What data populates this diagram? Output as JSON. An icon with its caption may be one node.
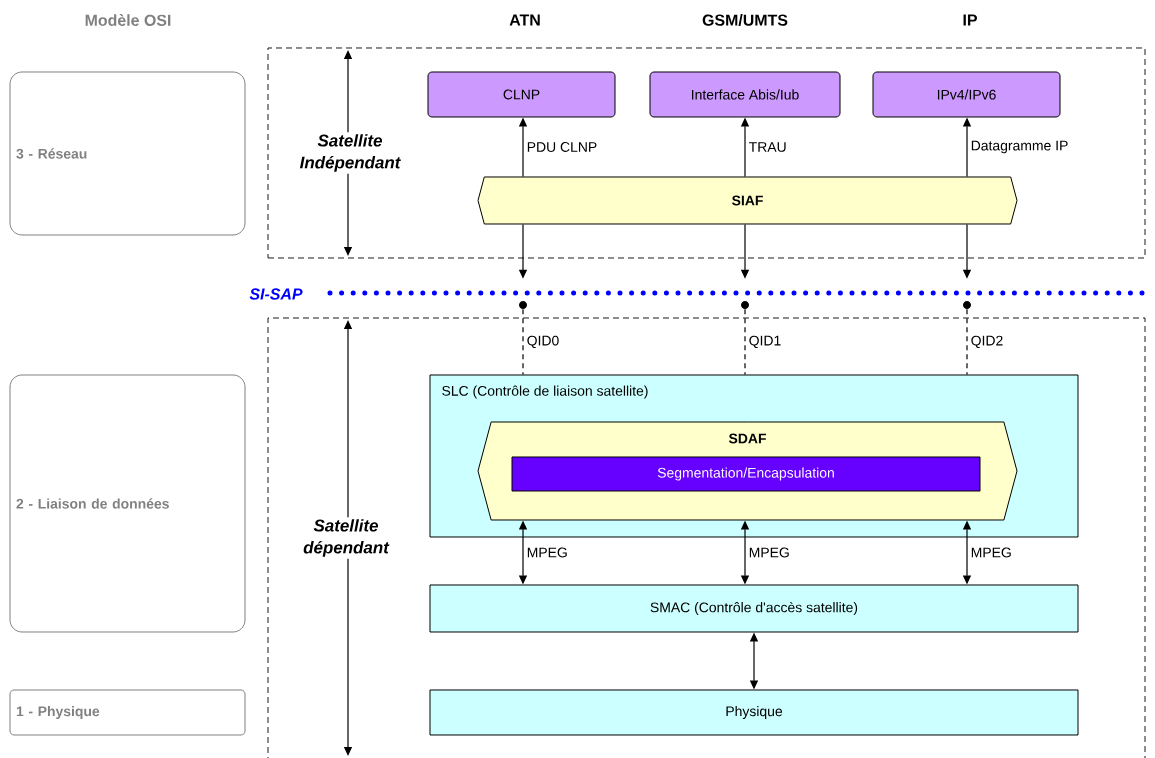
{
  "diagram": {
    "nodes": [
      {
        "text": [
          "3 - Réseau"
        ]
      },
      {
        "text": [
          "2 - Liaison de données"
        ]
      },
      {
        "text": [
          "1 - Physique"
        ]
      },
      {
        "text": [],
        "shape": "box"
      },
      {
        "text": [
          "CLNP"
        ],
        "in": 3
      },
      {
        "text": [
          "Interface Abis/Iub"
        ],
        "in": 3
      },
      {
        "text": [
          "IPv4/IPv6"
        ],
        "in": 3
      },
      {
        "text": [
          "SIAF"
        ],
        "in": 3
      },
      {
        "text": [],
        "shape": "box"
      },
      {
        "text": [
          "SLC (Contrôle de liaison satellite)"
        ],
        "in": 8
      },
      {
        "text": [
          "SDAF"
        ],
        "in": 9
      },
      {
        "text": [
          "Segmentation/Encapsulation"
        ],
        "in": 10
      },
      {
        "text": [
          "SMAC (Contrôle d'accès  satellite)"
        ],
        "in": 8
      },
      {
        "text": [
          "Physique"
        ],
        "in": 8
      },
      {
        "text": [],
        "shape": "circle"
      },
      {
        "text": [],
        "shape": "circle"
      },
      {
        "text": [],
        "shape": "circle"
      }
    ],
    "edges": [
      {
        "from": 7,
        "to": 4,
        "arrow": "to",
        "label": "PDU CLNP"
      },
      {
        "from": 7,
        "to": 5,
        "arrow": "to",
        "label": "TRAU"
      },
      {
        "from": 7,
        "to": 6,
        "arrow": "to",
        "label": "Datagramme IP"
      },
      {
        "from": 7,
        "to": 14,
        "arrow": "to"
      },
      {
        "from": 7,
        "to": 15,
        "arrow": "to"
      },
      {
        "from": 7,
        "to": 16,
        "arrow": "to"
      },
      {
        "from": 14,
        "to": 9,
        "arrow": "none",
        "label": "QID0",
        "style": "dashed"
      },
      {
        "from": 15,
        "to": 9,
        "arrow": "none",
        "label": "QID1",
        "style": "dashed"
      },
      {
        "from": 16,
        "to": 9,
        "arrow": "none",
        "label": "QID2",
        "style": "dashed"
      },
      {
        "from": 10,
        "to": 12,
        "arrow": "both",
        "label": "MPEG"
      },
      {
        "from": 10,
        "to": 12,
        "arrow": "both",
        "label": "MPEG"
      },
      {
        "from": 10,
        "to": 12,
        "arrow": "both",
        "label": "MPEG"
      },
      {
        "from": 12,
        "to": 13,
        "arrow": "both"
      }
    ],
    "labels": [
      "Modèle OSI",
      "ATN",
      "GSM/UMTS",
      "IP",
      "Satellite Indépendant",
      "SI-SAP",
      "Satellite dépendant"
    ]
  }
}
